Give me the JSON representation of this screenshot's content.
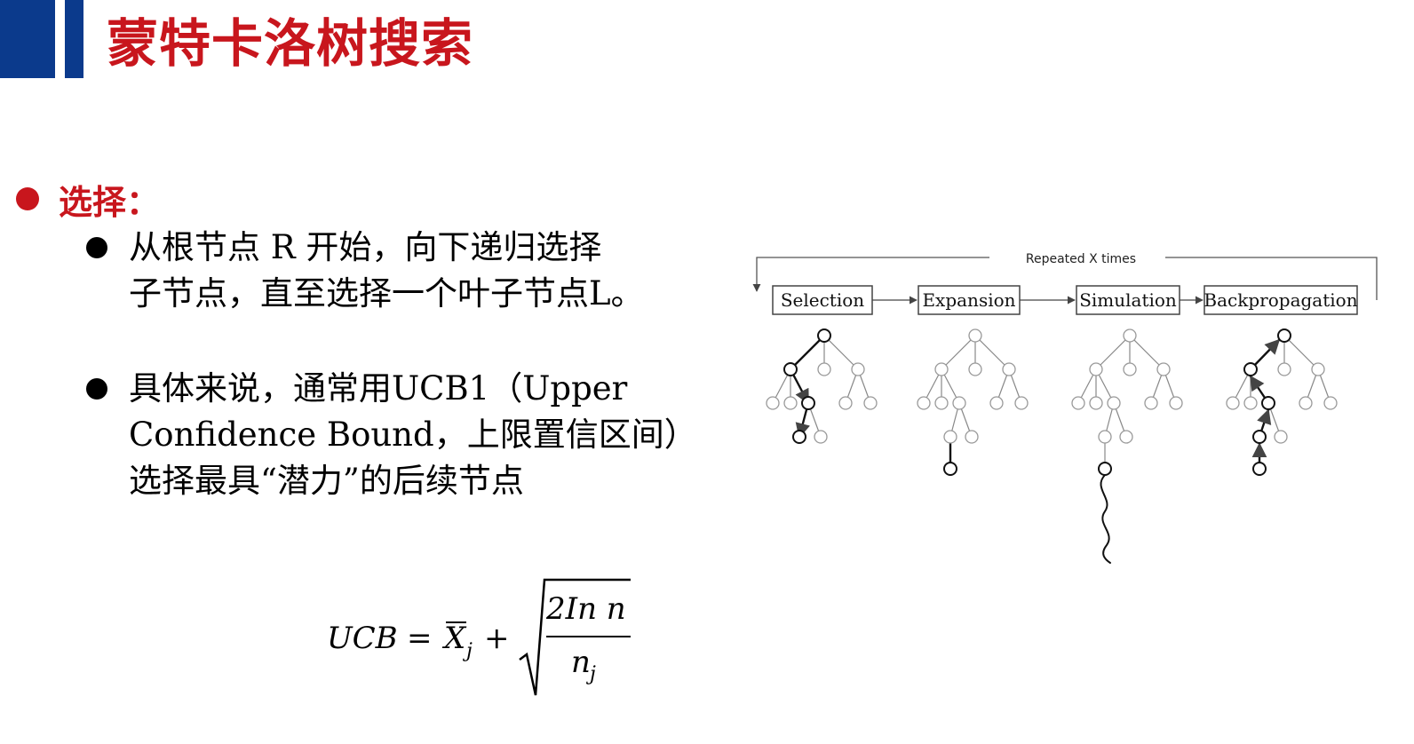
{
  "slide": {
    "title": "蒙特卡洛树搜索",
    "section_heading": "选择：",
    "bullets": [
      {
        "lines": [
          "从根节点 R 开始，向下递归选择",
          "子节点，直至选择一个叶子节点L。"
        ]
      },
      {
        "lines": [
          "具体来说，通常用UCB1（Upper",
          "Confidence Bound，上限置信区间）",
          "选择最具“潜力”的后续节点"
        ]
      }
    ]
  },
  "formula": {
    "lhs": "UCB",
    "equals": "=",
    "xbar_letter": "X",
    "xbar_subscript": "j",
    "plus": "+",
    "numerator": "2In n",
    "denominator_letter": "n",
    "denominator_subscript": "j"
  },
  "diagram": {
    "loop_label": "Repeated X times",
    "stages": [
      {
        "id": "selection",
        "label": "Selection"
      },
      {
        "id": "expansion",
        "label": "Expansion"
      },
      {
        "id": "simulation",
        "label": "Simulation"
      },
      {
        "id": "backpropagation",
        "label": "Backpropagation"
      }
    ]
  }
}
